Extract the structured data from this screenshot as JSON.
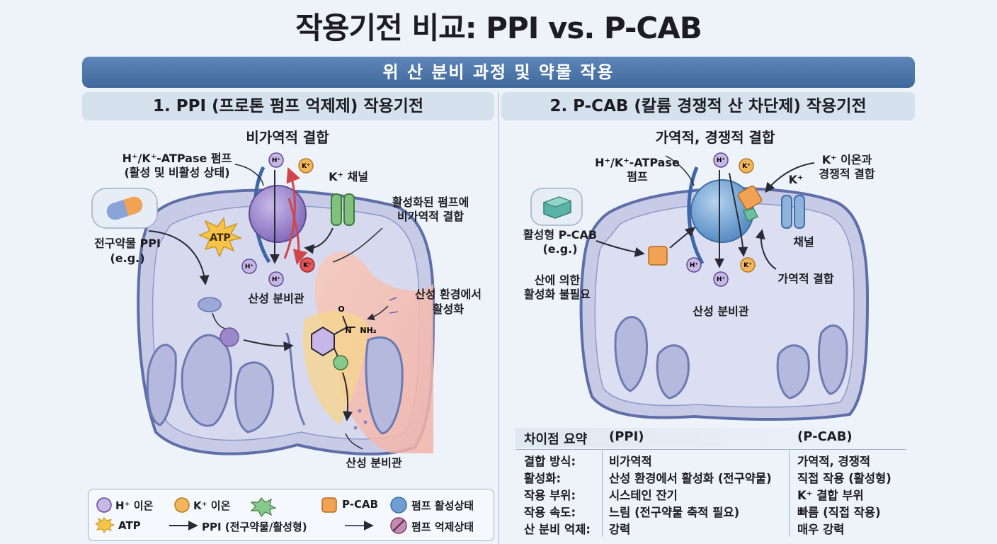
{
  "title": "작용기전 비교: PPI vs. P-CAB",
  "banner": "위 산 분비 과정 및 약물 작용",
  "left": {
    "heading": "1. PPI (프로톤 펌프 억제제) 작용기전",
    "subtitle": "비가역적 결합",
    "pump_label_1": "H⁺/K⁺-ATPase 펌프",
    "pump_label_2": "(활성 및 비활성 상태)",
    "k_channel": "K⁺ 채널",
    "bound_label_1": "활성화된 펌프에",
    "bound_label_2": "비가역적 결합",
    "prodrug_1": "전구약물 PPI",
    "prodrug_2": "(e.g.)",
    "atp": "ATP",
    "canaliculus_top": "산성 분비관",
    "acid_act_1": "산성 환경에서",
    "acid_act_2": "활성화",
    "canaliculus_bottom": "산성 분비관",
    "mol_o": "O",
    "mol_n": "N",
    "mol_nh2": "NH₂"
  },
  "right": {
    "heading": "2. P-CAB (칼륨 경쟁적 산 차단제) 작용기전",
    "subtitle": "가역적, 경쟁적 결합",
    "pump_label_1": "H⁺/K⁺-ATPase",
    "pump_label_2": "펌프",
    "k_comp_1": "K⁺ 이온과",
    "k_comp_2": "경쟁적 결합",
    "k_plus": "K⁺",
    "channel": "채널",
    "active_1": "활성형 P-CAB",
    "active_2": "(e.g.)",
    "no_acid_1": "산에 의한",
    "no_acid_2": "활성화 불필요",
    "reversible": "가역적 결합",
    "canaliculus": "산성 분비관"
  },
  "ions": {
    "h": "H⁺",
    "k": "K⁺"
  },
  "legend": {
    "h_ion": "H⁺ 이온",
    "k_ion": "K⁺ 이온",
    "pcab": "P-CAB",
    "pump_active": "펌프 활성상태",
    "atp": "ATP",
    "ppi": "PPI (전구약물/활성형)",
    "pump_inhibited": "펌프 억제상태"
  },
  "summary": {
    "header": "차이점 요약",
    "col_ppi": "(PPI)",
    "col_pcab": "(P-CAB)",
    "rows": [
      {
        "label": "결합 방식:",
        "ppi": "비가역적",
        "pcab": "가역적, 경쟁적"
      },
      {
        "label": "활성화:",
        "ppi": "산성 환경에서 활성화 (전구약물)",
        "pcab": "직접 작용 (활성형)"
      },
      {
        "label": "작용 부위:",
        "ppi": "시스테인 잔기",
        "pcab": "K⁺ 결합 부위"
      },
      {
        "label": "작용 속도:",
        "ppi": "느림 (전구약물 축적 필요)",
        "pcab": "빠름 (직접 작용)"
      },
      {
        "label": "산 분비 억제:",
        "ppi": "강력",
        "pcab": "매우 강력"
      }
    ]
  },
  "colors": {
    "banner": "#4a73a8",
    "cell_fill": "#c7cbe6",
    "cell_stroke": "#5f6ea8",
    "ppi_purple": "#9b87c9",
    "pump_blue": "#6e9fd0",
    "h_ion": "#c7b8e6",
    "k_ion": "#f3b55c",
    "k_ion_red": "#e05555",
    "pcab_orange": "#f2a254",
    "channel_green": "#7ec27e"
  }
}
